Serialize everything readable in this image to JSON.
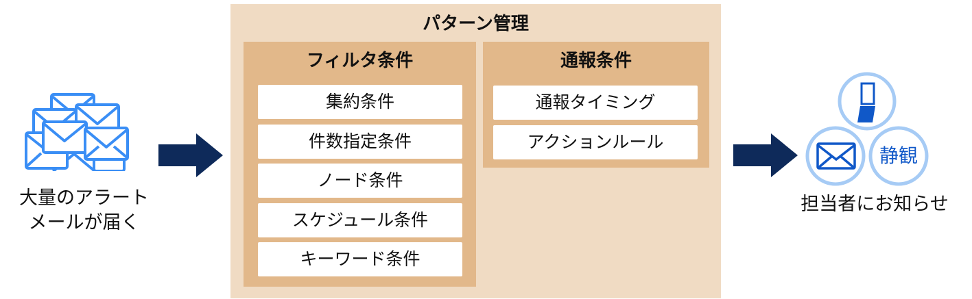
{
  "source": {
    "lines": [
      "大量のアラート",
      "メールが届く"
    ]
  },
  "pattern": {
    "title": "パターン管理",
    "filter": {
      "title": "フィルタ条件",
      "items": [
        "集約条件",
        "件数指定条件",
        "ノード条件",
        "スケジュール条件",
        "キーワード条件"
      ]
    },
    "notify": {
      "title": "通報条件",
      "items": [
        "通報タイミング",
        "アクションルール"
      ]
    }
  },
  "target": {
    "label": "担当者にお知らせ",
    "watch_label": "静観"
  },
  "colors": {
    "outer": "#f0dbc3",
    "panel": "#e2b88a",
    "arrow": "#0e2a5a",
    "icon": "#3a8ef5",
    "circle": "#a6cbf5",
    "dark_icon": "#1058c8"
  }
}
